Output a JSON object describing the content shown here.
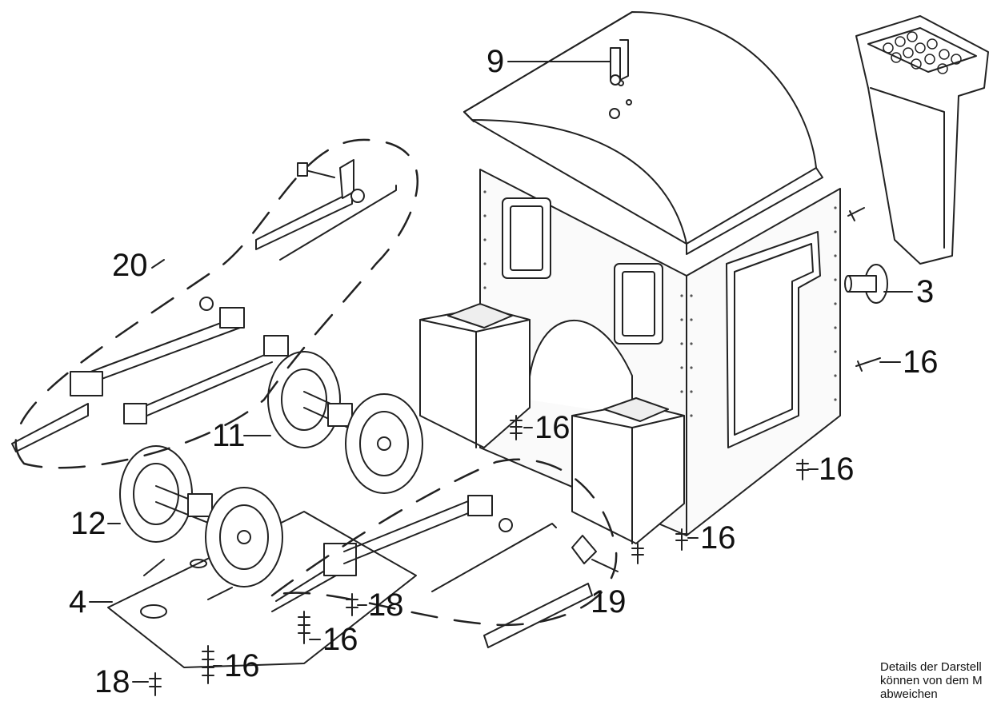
{
  "callouts": {
    "c9": "9",
    "c20": "20",
    "c3": "3",
    "c16_a": "16",
    "c16_b": "16",
    "c16_c": "16",
    "c16_d": "16",
    "c16_e": "16",
    "c16_f": "16",
    "c11": "11",
    "c12": "12",
    "c4": "4",
    "c18_a": "18",
    "c18_b": "18",
    "c19": "19"
  },
  "note": {
    "line1": "Details der Darstell",
    "line2": "können von dem M",
    "line3": "abweichen"
  }
}
